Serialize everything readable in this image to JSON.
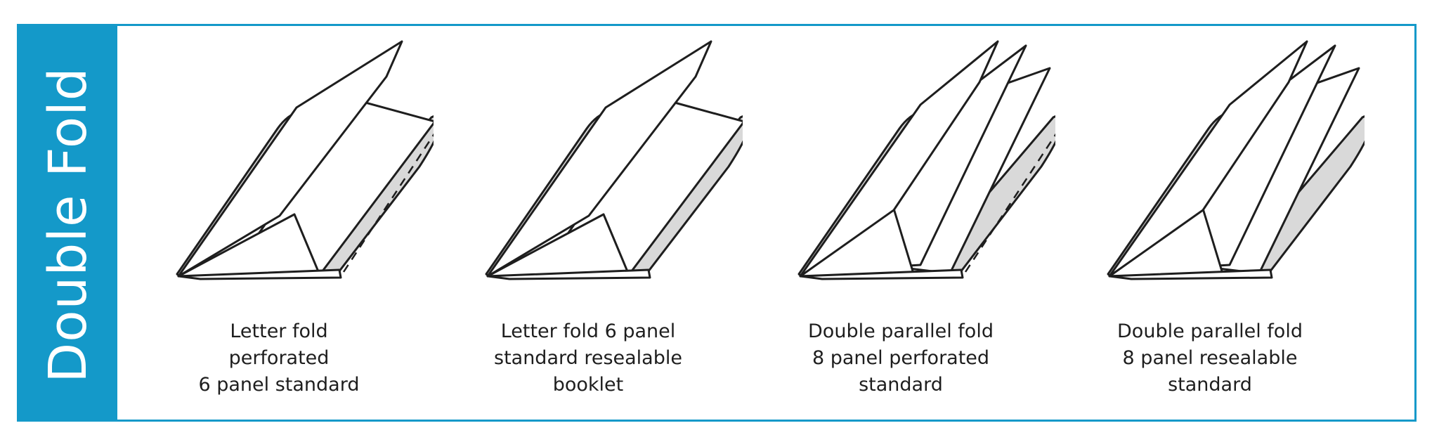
{
  "side_title": "Double Fold",
  "colors": {
    "accent": "#1499c9",
    "envelope": "#d9d9d9",
    "ink": "#1e1e1e"
  },
  "items": [
    {
      "lines": [
        "Letter fold",
        "perforated",
        "6 panel standard"
      ],
      "perforated": true
    },
    {
      "lines": [
        "Letter fold 6 panel",
        "standard resealable",
        "booklet"
      ],
      "perforated": false
    },
    {
      "lines": [
        "Double parallel fold",
        "8 panel perforated",
        "standard"
      ],
      "perforated": true
    },
    {
      "lines": [
        "Double parallel fold",
        "8 panel resealable",
        "standard"
      ],
      "perforated": false
    }
  ]
}
